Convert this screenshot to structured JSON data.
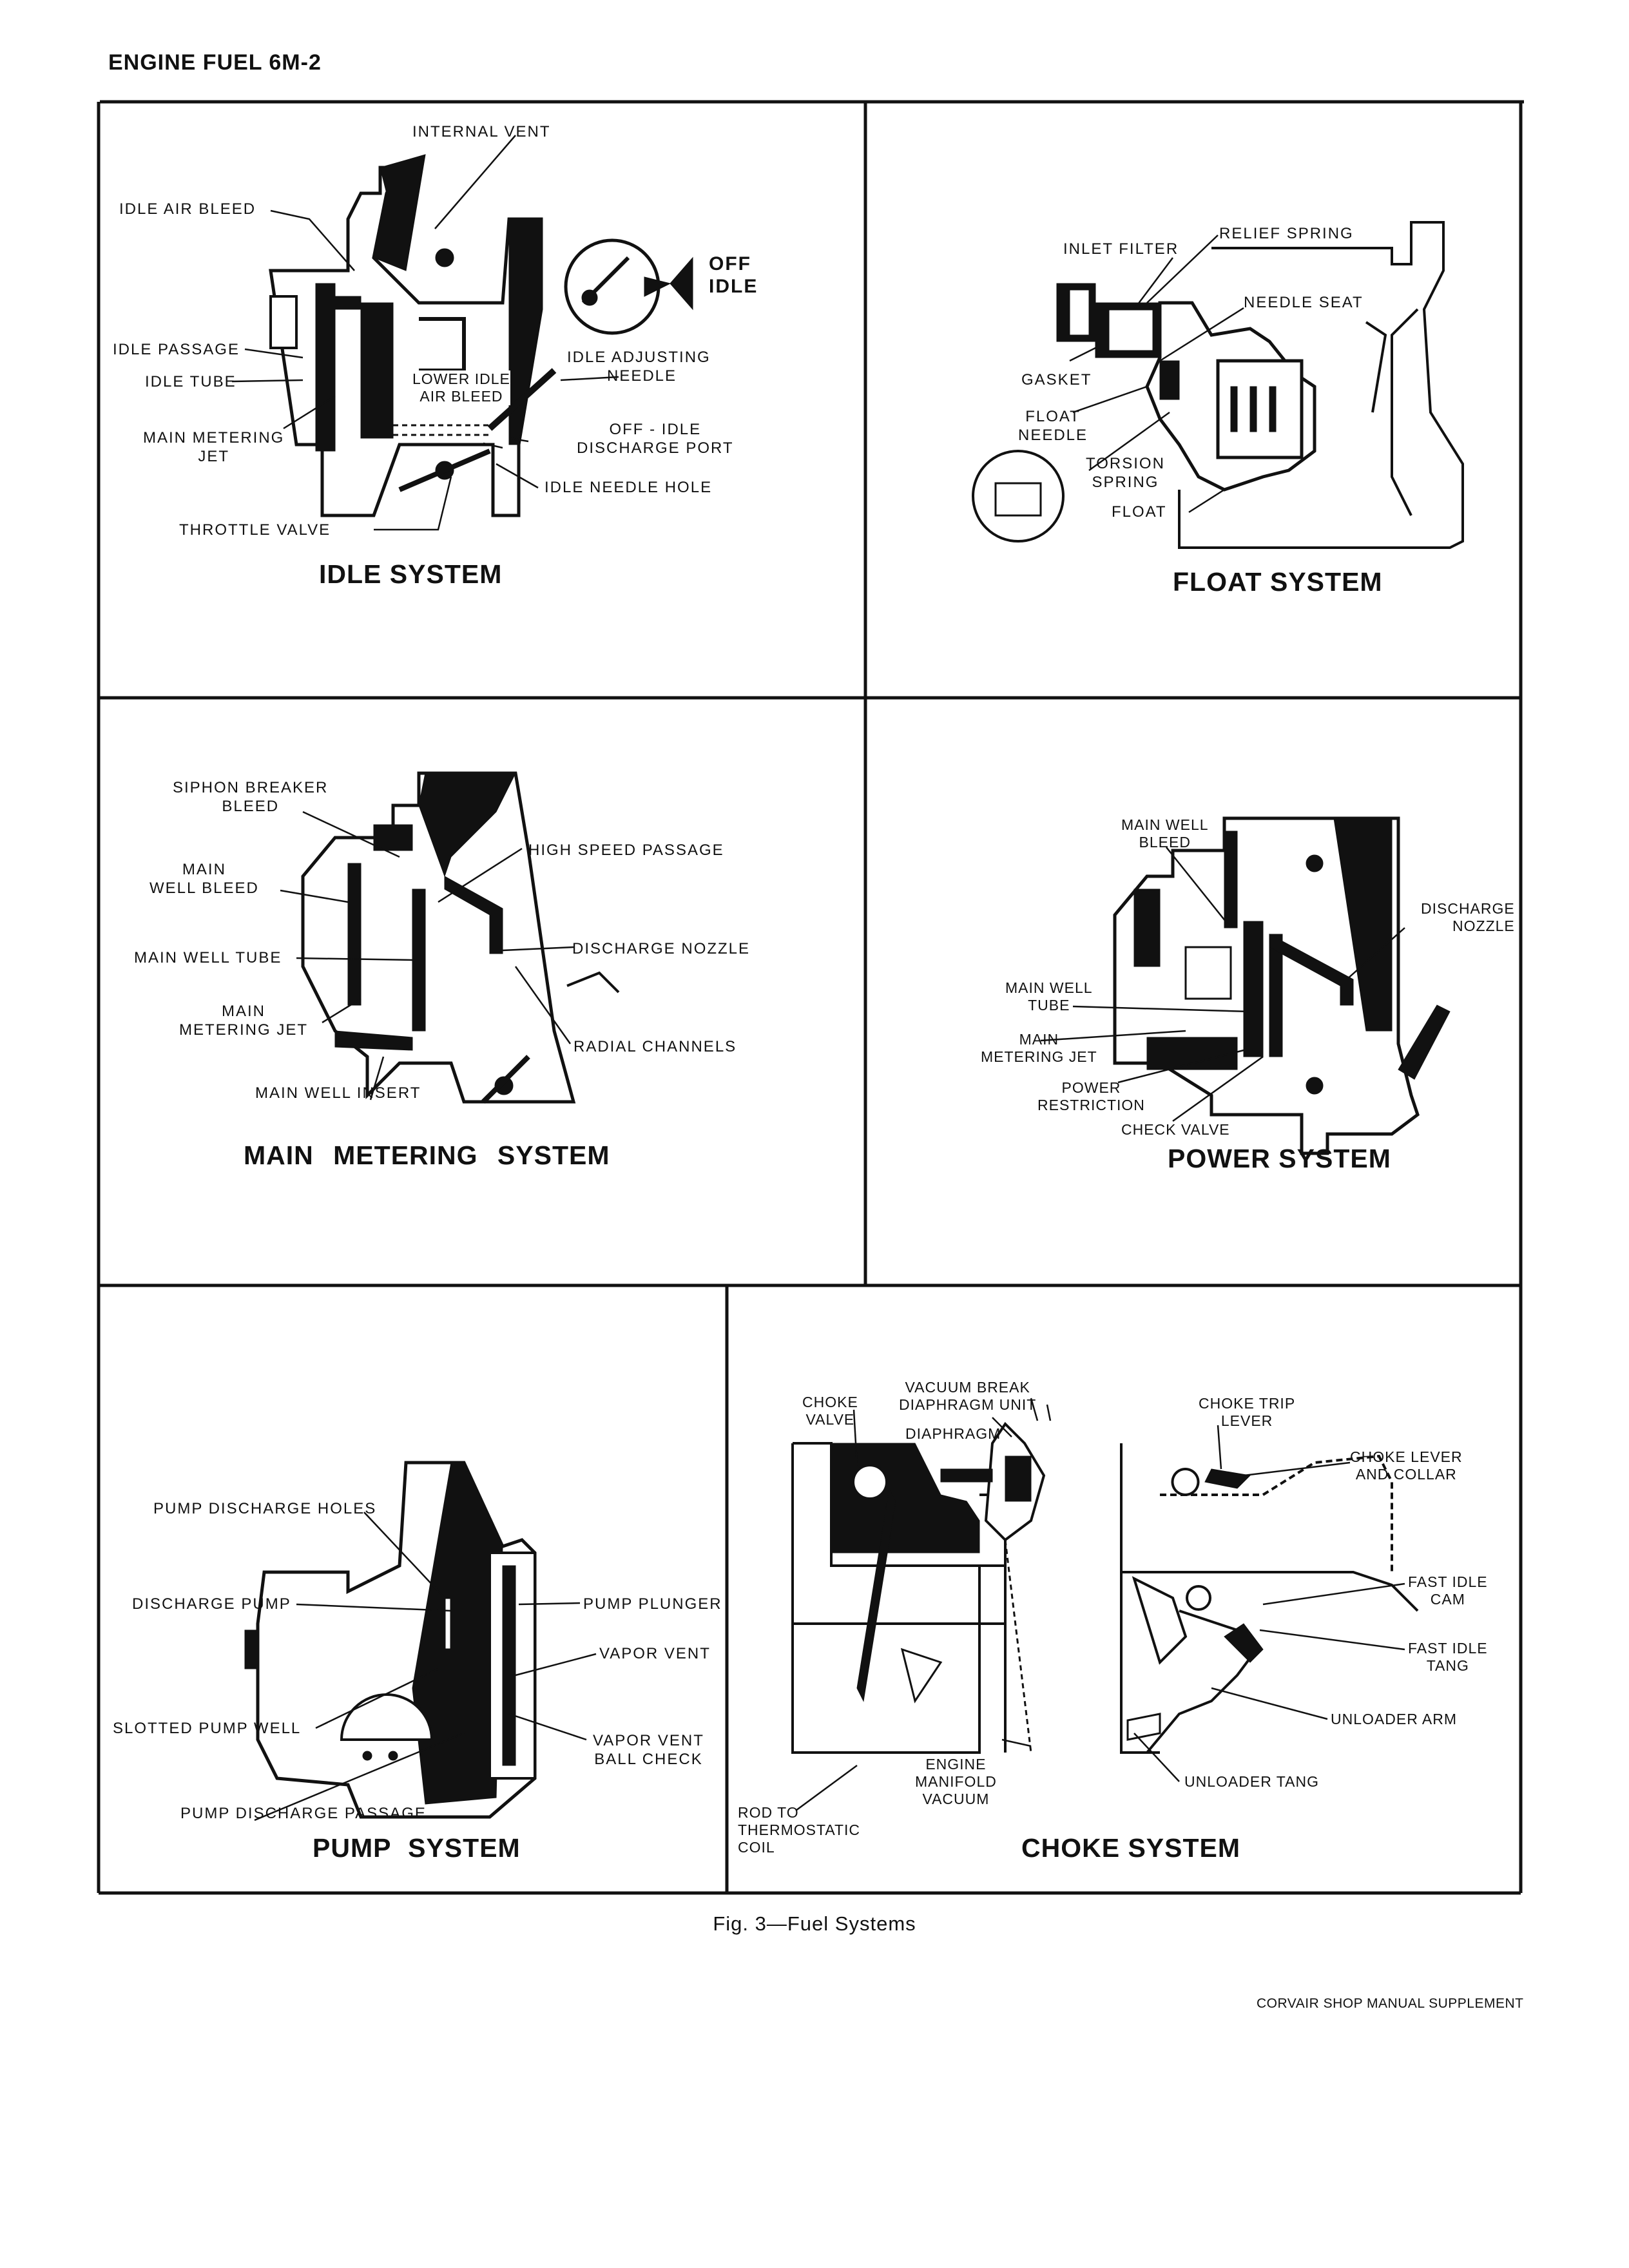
{
  "header": "ENGINE FUEL 6M-2",
  "caption": "Fig. 3—Fuel Systems",
  "footer": "CORVAIR SHOP MANUAL SUPPLEMENT",
  "panels": {
    "idle": {
      "title": "IDLE SYSTEM",
      "labels": {
        "internal_vent": "INTERNAL VENT",
        "idle_air_bleed": "IDLE AIR BLEED",
        "off": "OFF",
        "idle": "IDLE",
        "idle_passage": "IDLE PASSAGE",
        "idle_tube": "IDLE TUBE",
        "lower_idle_1": "LOWER IDLE",
        "lower_idle_2": "AIR BLEED",
        "idle_adjusting_1": "IDLE ADJUSTING",
        "idle_adjusting_2": "NEEDLE",
        "main_metering_1": "MAIN METERING",
        "main_metering_2": "JET",
        "off_idle_1": "OFF - IDLE",
        "off_idle_2": "DISCHARGE PORT",
        "idle_needle_hole": "IDLE NEEDLE HOLE",
        "throttle_valve": "THROTTLE VALVE"
      }
    },
    "float": {
      "title": "FLOAT SYSTEM",
      "labels": {
        "relief_spring": "RELIEF SPRING",
        "inlet_filter": "INLET FILTER",
        "needle_seat": "NEEDLE SEAT",
        "gasket": "GASKET",
        "float_needle_1": "FLOAT",
        "float_needle_2": "NEEDLE",
        "torsion_1": "TORSION",
        "torsion_2": "SPRING",
        "float": "FLOAT"
      }
    },
    "main": {
      "title": "MAIN METERING SYSTEM",
      "labels": {
        "siphon_1": "SIPHON BREAKER",
        "siphon_2": "BLEED",
        "high_speed": "HIGH SPEED PASSAGE",
        "main_well_bleed_1": "MAIN",
        "main_well_bleed_2": "WELL BLEED",
        "main_well_tube": "MAIN WELL TUBE",
        "discharge_nozzle": "DISCHARGE NOZZLE",
        "main_metering_1": "MAIN",
        "main_metering_2": "METERING JET",
        "radial_channels": "RADIAL CHANNELS",
        "main_well_insert": "MAIN WELL INSERT"
      }
    },
    "power": {
      "title": "POWER SYSTEM",
      "labels": {
        "main_well_bleed_1": "MAIN WELL",
        "main_well_bleed_2": "BLEED",
        "discharge_1": "DISCHARGE",
        "discharge_2": "NOZZLE",
        "main_well_tube_1": "MAIN WELL",
        "main_well_tube_2": "TUBE",
        "main_metering_1": "MAIN",
        "main_metering_2": "METERING JET",
        "power_restriction_1": "POWER",
        "power_restriction_2": "RESTRICTION",
        "check_valve": "CHECK VALVE"
      }
    },
    "pump": {
      "title": "PUMP SYSTEM",
      "labels": {
        "pump_discharge_holes": "PUMP DISCHARGE HOLES",
        "discharge_pump": "DISCHARGE PUMP",
        "pump_plunger": "PUMP PLUNGER",
        "vapor_vent": "VAPOR VENT",
        "slotted_pump_well": "SLOTTED PUMP WELL",
        "vapor_vent_ball_1": "VAPOR VENT",
        "vapor_vent_ball_2": "BALL CHECK",
        "pump_discharge_passage": "PUMP DISCHARGE PASSAGE"
      }
    },
    "choke": {
      "title": "CHOKE SYSTEM",
      "labels": {
        "vacuum_break_1": "VACUUM BREAK",
        "vacuum_break_2": "DIAPHRAGM UNIT",
        "choke_valve_1": "CHOKE",
        "choke_valve_2": "VALVE",
        "diaphragm": "DIAPHRAGM",
        "choke_trip_1": "CHOKE TRIP",
        "choke_trip_2": "LEVER",
        "choke_lever_1": "CHOKE LEVER",
        "choke_lever_2": "AND COLLAR",
        "fast_idle_cam_1": "FAST IDLE",
        "fast_idle_cam_2": "CAM",
        "fast_idle_tang_1": "FAST IDLE",
        "fast_idle_tang_2": "TANG",
        "unloader_arm": "UNLOADER ARM",
        "unloader_tang": "UNLOADER TANG",
        "engine_1": "ENGINE",
        "engine_2": "MANIFOLD",
        "engine_3": "VACUUM",
        "rod_1": "ROD TO",
        "rod_2": "THERMOSTATIC",
        "rod_3": "COIL"
      }
    }
  }
}
